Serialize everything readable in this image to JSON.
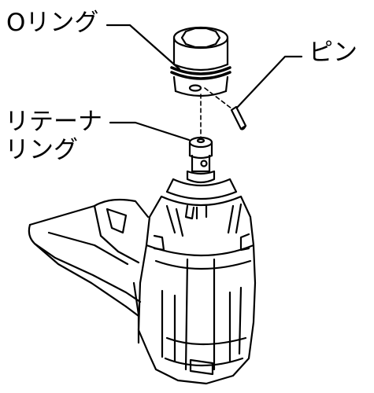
{
  "labels": {
    "o_ring": "Oリング",
    "pin": "ピン",
    "retainer_ring_line1": "リテーナ",
    "retainer_ring_line2": "リング"
  },
  "colors": {
    "stroke": "#000000",
    "background": "#ffffff"
  }
}
